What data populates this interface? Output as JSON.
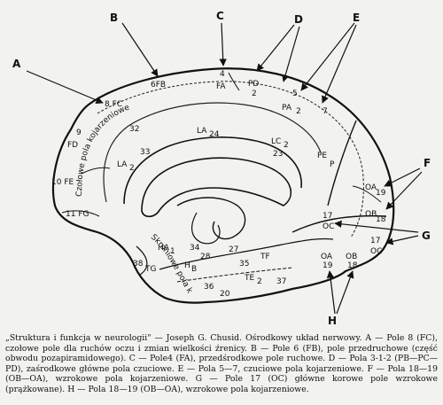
{
  "letters": [
    "A",
    "B",
    "C",
    "D",
    "E",
    "F",
    "G",
    "H"
  ],
  "fields": {
    "fb": "6FB",
    "fa": "4",
    "fa2": "FA",
    "pd": "PD",
    "pd2": "2",
    "f5": "5",
    "pa": "PA",
    "pa2": "2",
    "f7": "7",
    "fc": "8 FC",
    "fd9": "9",
    "fd": "FD",
    "la24": "LA",
    "la24n": "24",
    "lc": "LC",
    "lc2": "2",
    "lc23": "23",
    "f32": "32",
    "f33": "33",
    "la2": "LA",
    "la2n": "2",
    "pe": "PE",
    "pen": "P",
    "fe": "10 FE",
    "fg": "11 FG",
    "oa": "OA",
    "oa19": "19",
    "ob": "OB",
    "ob18": "18",
    "oc17a": "17",
    "oca": "OC",
    "oc17b": "17",
    "ocb": "OC",
    "ha": "HA",
    "ha1": "1",
    "hb": "H",
    "hbn": "B",
    "f34": "34",
    "f28": "28",
    "f27": "27",
    "f35": "35",
    "tf": "TF",
    "f38": "38",
    "tg": "TG",
    "f36": "36",
    "f20": "20",
    "te": "TE",
    "te2": "2",
    "f37": "37",
    "da": "OA",
    "da19": "19",
    "dob": "OB",
    "dob18": "18"
  },
  "curved_labels": {
    "cingulate": "Czołowe pola kojarzeniowe",
    "temporal": "Skroniowe pola kojarzeniowe"
  },
  "caption": "„Struktura i funkcja w neurologii\" — Joseph G. Chusid. Ośrodkowy układ nerwowy. A — Pole 8 (FC), czołowe pole dla ruchów oczu i zmian wielkości źrenicy. B — Pole 6 (FB), pole przedruchowe (część obwodu pozapiramidowego). C — Pole4 (FA), przedśrodkowe pole ruchowe. D — Pola 3-1-2 (PB—PC—PD), zaśrodkowe główne pola czuciowe. E — Pola 5—7, czuciowe pola kojarzeniowe. F — Pola 18—19 (OB—OA), wzrokowe pola kojarzeniowe. G — Pole 17 (OC) główne korowe pole wzrokowe (prążkowane). H — Pola 18—19 (OB—OA), wzrokowe pola kojarzeniowe."
}
